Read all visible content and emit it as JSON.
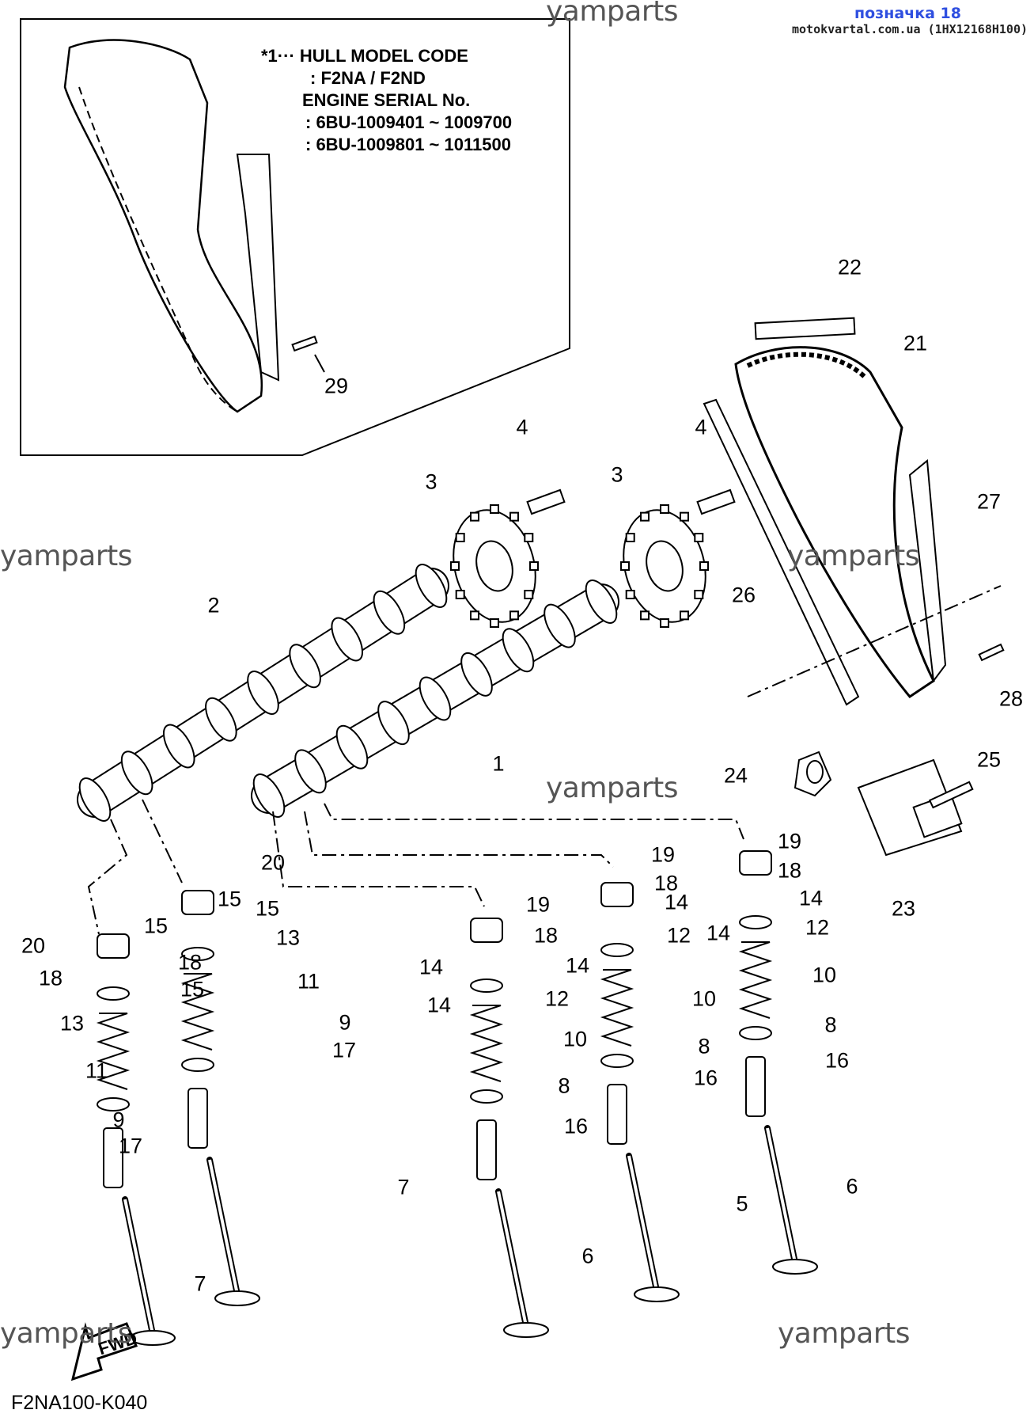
{
  "header": {
    "title": "позначка 18",
    "subtitle": "motokvartal.com.ua (1HX12168H100)"
  },
  "watermarks": [
    "yamparts",
    "yamparts",
    "yamparts",
    "yamparts",
    "yamparts",
    "yamparts"
  ],
  "inset_note": {
    "lines": [
      "*1··· HULL MODEL CODE",
      ": F2NA / F2ND",
      "ENGINE SERIAL No.",
      ": 6BU-1009401 ~ 1009700",
      ": 6BU-1009801 ~ 1011500"
    ]
  },
  "fwd_label": "FWD",
  "diagram_code": "F2NA100-K040",
  "part_callouts": [
    "29",
    "22",
    "21",
    "4",
    "4",
    "3",
    "3",
    "27",
    "26",
    "2",
    "28",
    "1",
    "25",
    "24",
    "23",
    "20",
    "20",
    "19",
    "19",
    "19",
    "18",
    "18",
    "18",
    "18",
    "18",
    "15",
    "15",
    "15",
    "15",
    "14",
    "14",
    "14",
    "14",
    "14",
    "14",
    "13",
    "13",
    "12",
    "12",
    "12",
    "11",
    "11",
    "10",
    "10",
    "10",
    "9",
    "9",
    "8",
    "8",
    "8",
    "17",
    "17",
    "16",
    "16",
    "16",
    "7",
    "7",
    "6",
    "6",
    "5"
  ]
}
